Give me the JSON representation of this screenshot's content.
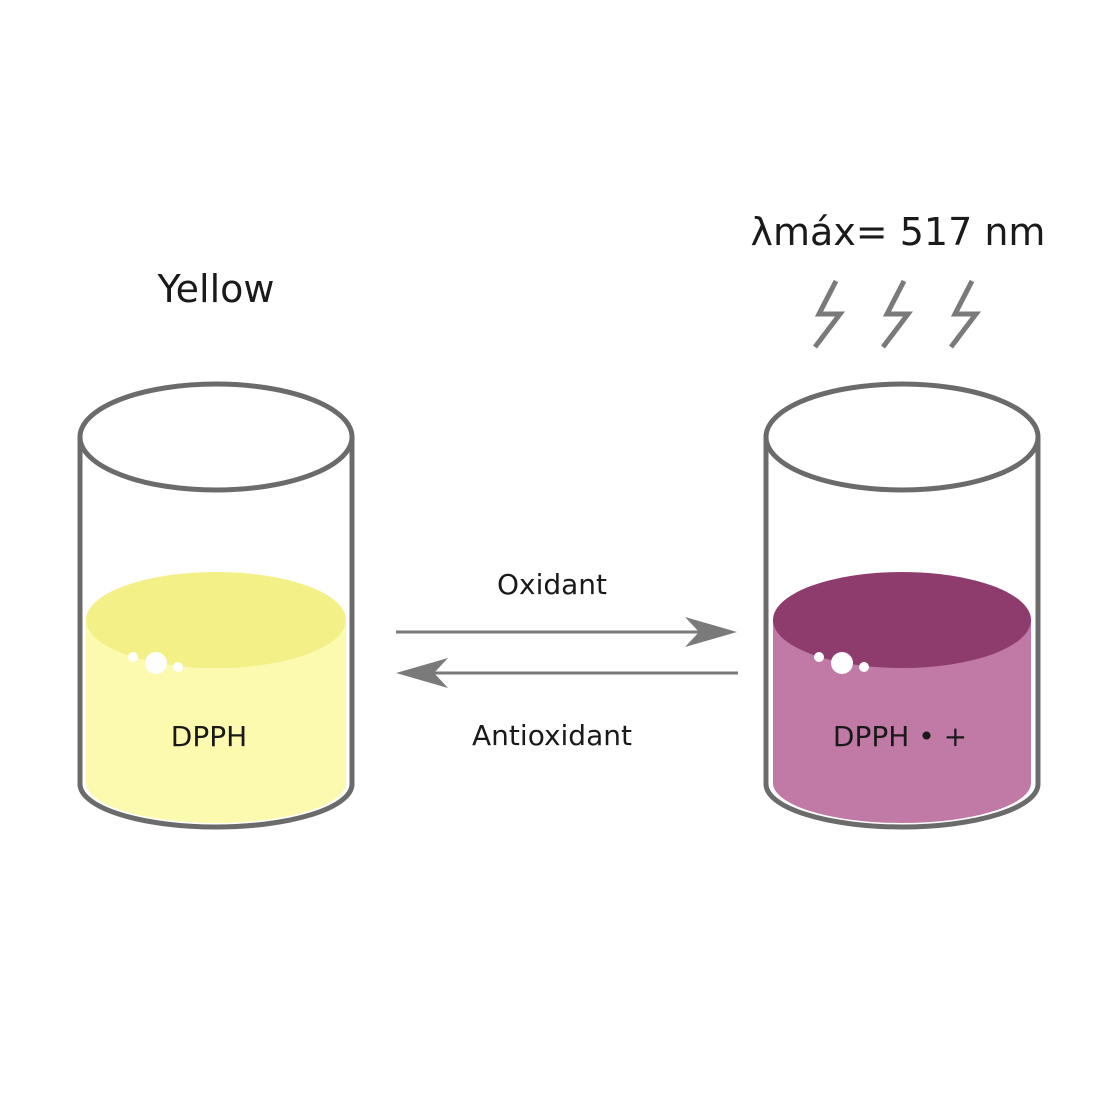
{
  "left_beaker": {
    "title": "Yellow",
    "label": "DPPH",
    "liquid_top_color": "#f4f088",
    "liquid_body_color": "#fbfaae"
  },
  "right_beaker": {
    "absorbance_label": "λmáx= 517 nm",
    "label": "DPPH • +",
    "liquid_top_color": "#8e3c6e",
    "liquid_body_color": "#c07aa5"
  },
  "arrows": {
    "forward_label": "Oxidant",
    "reverse_label": "Antioxidant",
    "color": "#7a7a7a"
  },
  "beaker_outline_color": "#6b6b6b"
}
